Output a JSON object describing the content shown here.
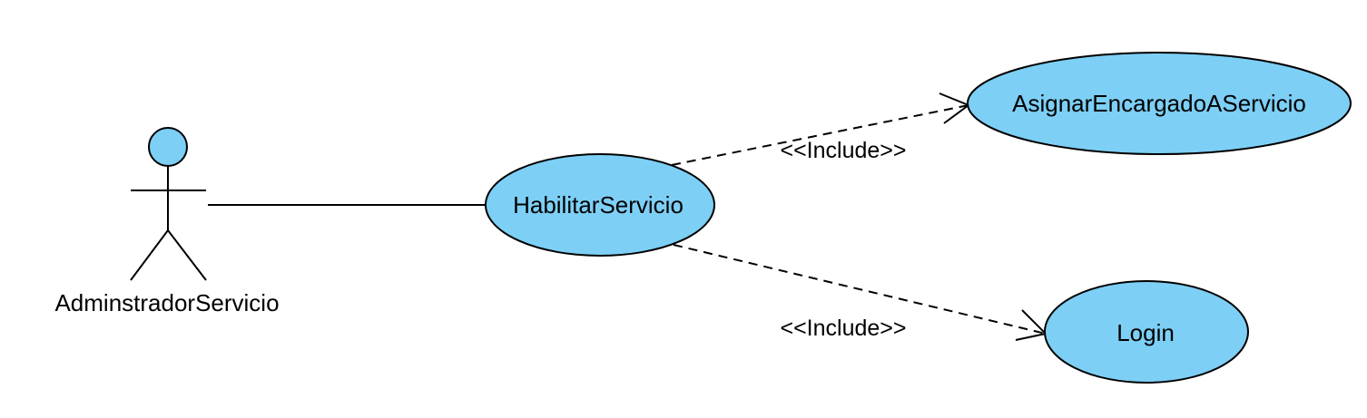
{
  "diagram": {
    "type": "use-case",
    "colors": {
      "usecase_fill": "#7dcff5",
      "actor_head_fill": "#7dcff5",
      "stroke": "#000000",
      "background": "#ffffff"
    },
    "actor": {
      "name": "AdminstradorServicio"
    },
    "usecases": {
      "habilitar": {
        "name": "HabilitarServicio"
      },
      "asignar": {
        "name": "AsignarEncargadoAServicio"
      },
      "login": {
        "name": "Login"
      }
    },
    "relations": {
      "include_asignar": {
        "stereotype": "<<Include>>"
      },
      "include_login": {
        "stereotype": "<<Include>>"
      }
    }
  }
}
